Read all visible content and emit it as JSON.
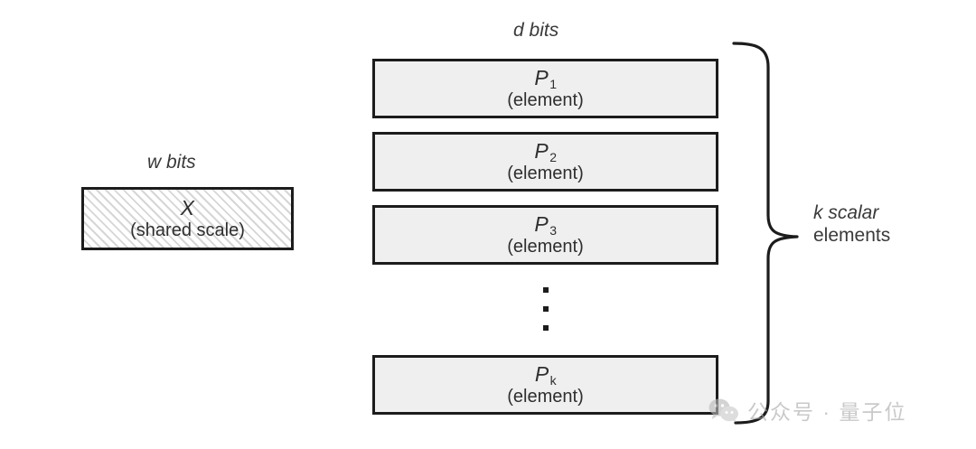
{
  "diagram": {
    "title_left": "w bits",
    "title_right": "d bits",
    "scale_box": {
      "symbol": "X",
      "caption": "(shared scale)",
      "width_label": "w bits",
      "fill": "hatched"
    },
    "elements": [
      {
        "symbol": "P",
        "subscript": "1",
        "caption": "(element)"
      },
      {
        "symbol": "P",
        "subscript": "2",
        "caption": "(element)"
      },
      {
        "symbol": "P",
        "subscript": "3",
        "caption": "(element)"
      },
      {
        "symbol": "P",
        "subscript": "k",
        "caption": "(element)"
      }
    ],
    "ellipsis_dots": 3,
    "brace_label_line1": "k scalar",
    "brace_label_line2": "elements",
    "colors": {
      "stroke": "#1c1c1c",
      "element_fill": "#efefef",
      "scale_fill": "#ffffff",
      "hatch": "#d6d6d6",
      "text": "#2f2f2f",
      "watermark": "#a9a9a9"
    }
  },
  "watermark": {
    "icon": "wechat-icon",
    "text": "公众号 · 量子位"
  }
}
